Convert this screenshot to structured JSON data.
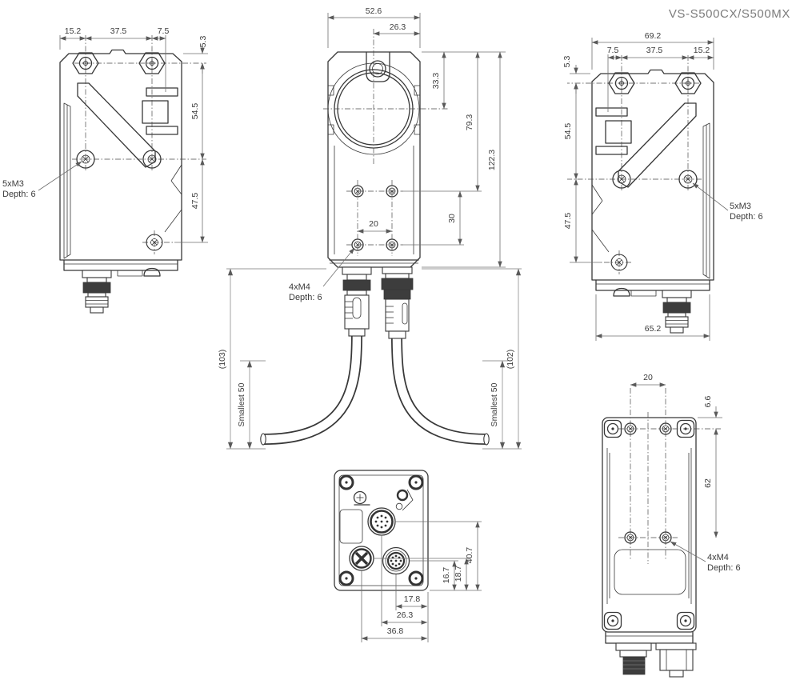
{
  "title": "VS-S500CX/S500MX",
  "views": {
    "left_side": {
      "dims": {
        "offset_left": "15.2",
        "hole_pitch": "37.5",
        "offset_inner": "7.5",
        "top_to_hole": "5.3",
        "hole_pitch_v": "54.5",
        "lower_pitch_v": "47.5"
      },
      "thread": {
        "line1": "5xM3",
        "line2": "Depth: 6"
      }
    },
    "front": {
      "dims": {
        "width": "52.6",
        "center_offset": "26.3",
        "lens_center": "33.3",
        "hole_row_top": "79.3",
        "height": "122.3",
        "hole_pitch_v": "30",
        "hole_pitch_h": "20"
      },
      "thread": {
        "line1": "4xM4",
        "line2": "Depth: 6"
      }
    },
    "cables": {
      "left_total": "(103)",
      "left_bend": "Smallest 50",
      "right_bend": "Smallest 50",
      "right_total": "(102)"
    },
    "right_side": {
      "dims": {
        "width": "69.2",
        "offset_inner": "7.5",
        "hole_pitch": "37.5",
        "offset_right": "15.2",
        "top_to_hole": "5.3",
        "hole_pitch_v": "54.5",
        "lower_pitch_v": "47.5",
        "bottom_width": "65.2"
      },
      "thread": {
        "line1": "5xM3",
        "line2": "Depth: 6"
      }
    },
    "bottom": {
      "dims": {
        "conn_top": "40.7",
        "conn_right": "16.7",
        "conn_left": "18.7",
        "w_inner": "17.8",
        "w_mid": "26.3",
        "w_outer": "36.8"
      }
    },
    "back": {
      "dims": {
        "hole_pitch_h": "20",
        "top_to_hole": "6.6",
        "hole_pitch_v": "62"
      },
      "thread": {
        "line1": "4xM4",
        "line2": "Depth: 6"
      }
    }
  }
}
